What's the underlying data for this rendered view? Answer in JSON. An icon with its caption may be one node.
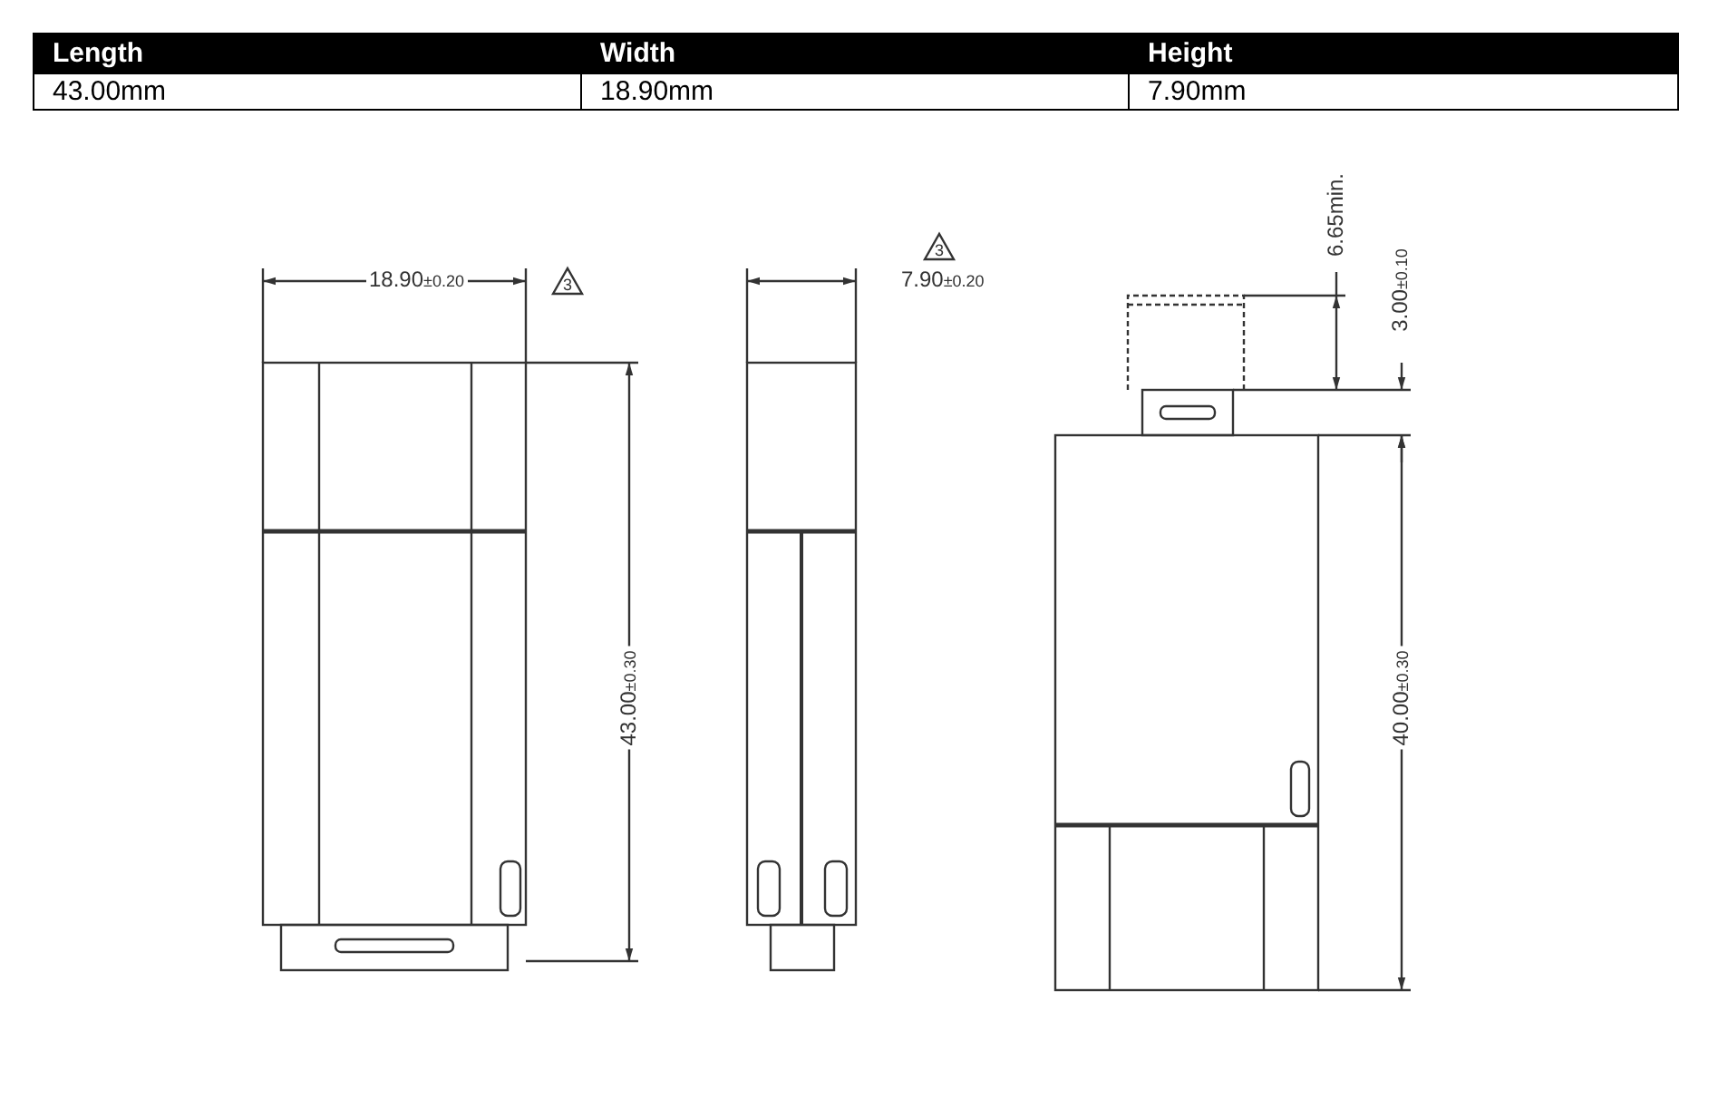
{
  "diagram": {
    "labels": [
      "Length",
      "Width",
      "Height",
      "43.00mm",
      "18.90mm",
      "7.90mm",
      "18.90$_{±0.20}$",
      "3",
      "3",
      "7.90$_{±0.20}$",
      "6.65min.",
      "3.00$_{±0.10}$",
      "43.00$_{±0.30}$",
      "40.00$_{±0.30}$"
    ]
  }
}
